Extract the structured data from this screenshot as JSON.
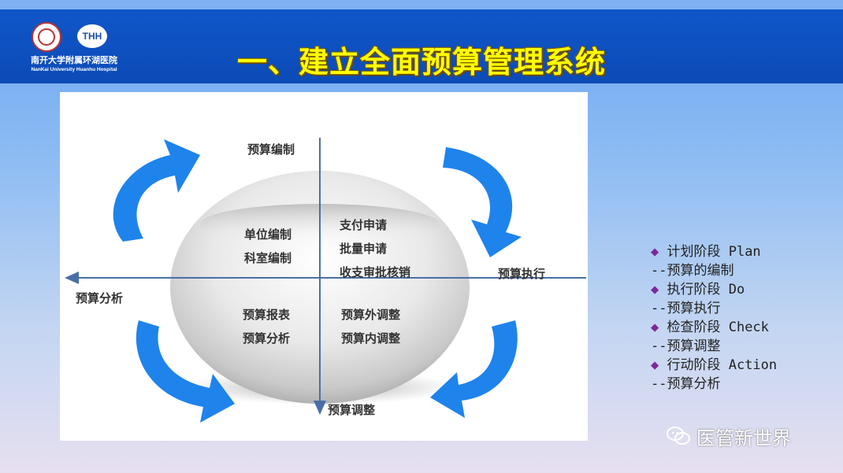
{
  "header": {
    "title": "一、建立全面预算管理系统",
    "logo_badge": "THH",
    "hospital_cn": "南开大学附属环湖医院",
    "hospital_en": "NanKai University Huanhu Hospital"
  },
  "diagram": {
    "axis_top": "预算编制",
    "axis_right": "预算执行",
    "axis_bottom": "预算调整",
    "axis_left": "预算分析",
    "quadrant_top_left": [
      "单位编制",
      "科室编制"
    ],
    "quadrant_top_right": [
      "支付申请",
      "批量申请",
      "收支审批核销"
    ],
    "quadrant_bottom_left": [
      "预算报表",
      "预算分析"
    ],
    "quadrant_bottom_right": [
      "预算外调整",
      "预算内调整"
    ],
    "arrow_color": "#1f83ec"
  },
  "list": [
    {
      "bullet": "◆",
      "text": " 计划阶段 Plan"
    },
    {
      "text": "--预算的编制"
    },
    {
      "bullet": "◆",
      "text": " 执行阶段 Do"
    },
    {
      "text": "--预算执行"
    },
    {
      "bullet": "◆",
      "text": " 检查阶段 Check"
    },
    {
      "text": "--预算调整"
    },
    {
      "bullet": "◆",
      "text": " 行动阶段 Action"
    },
    {
      "text": "--预算分析"
    }
  ],
  "watermark": {
    "icon": "wechat-icon",
    "text": "医管新世界"
  }
}
